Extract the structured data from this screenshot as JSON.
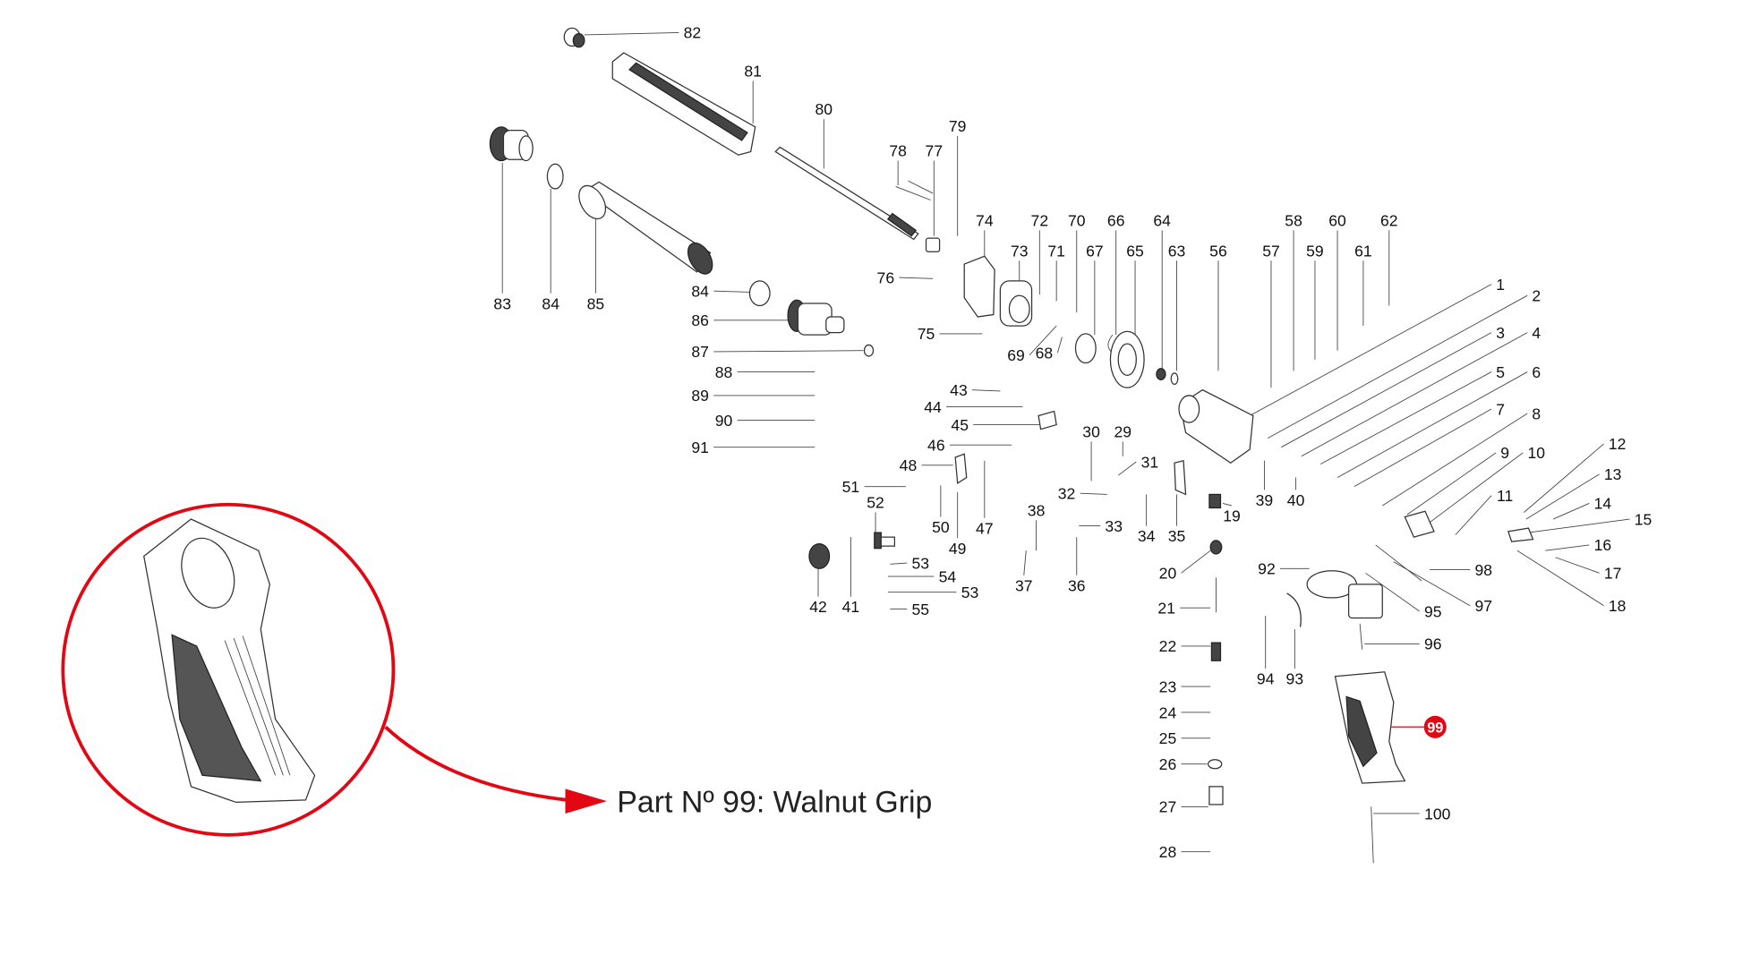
{
  "caption": "Part Nº 99: Walnut Grip",
  "highlight": {
    "part": "99",
    "color": "#e30613"
  },
  "callouts": [
    "82",
    "81",
    "80",
    "79",
    "78",
    "77",
    "74",
    "72",
    "70",
    "66",
    "64",
    "58",
    "60",
    "62",
    "73",
    "71",
    "67",
    "65",
    "63",
    "56",
    "57",
    "59",
    "61",
    "1",
    "2",
    "3",
    "4",
    "5",
    "6",
    "7",
    "8",
    "9",
    "10",
    "11",
    "12",
    "13",
    "14",
    "15",
    "16",
    "17",
    "18",
    "83",
    "84",
    "85",
    "84",
    "86",
    "87",
    "88",
    "89",
    "90",
    "91",
    "76",
    "75",
    "69",
    "68",
    "43",
    "44",
    "45",
    "46",
    "30",
    "29",
    "31",
    "48",
    "51",
    "52",
    "32",
    "50",
    "47",
    "49",
    "38",
    "33",
    "34",
    "35",
    "19",
    "39",
    "40",
    "42",
    "41",
    "53",
    "54",
    "53",
    "55",
    "37",
    "36",
    "20",
    "21",
    "22",
    "23",
    "24",
    "25",
    "26",
    "27",
    "28",
    "92",
    "95",
    "97",
    "98",
    "96",
    "94",
    "93",
    "100"
  ]
}
